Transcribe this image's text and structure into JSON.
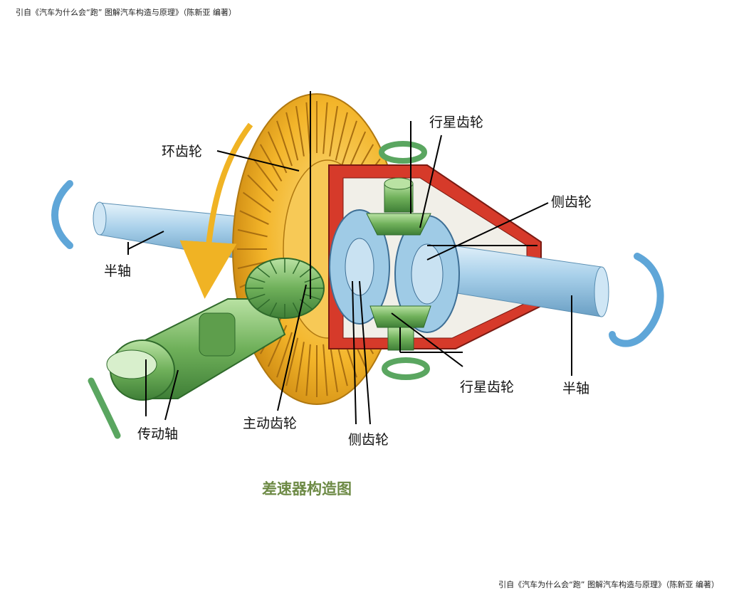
{
  "citation_top": "引自《汽车为什么会“跑” 图解汽车构造与原理》（陈新亚 编著）",
  "citation_bottom": "引自《汽车为什么会“跑” 图解汽车构造与原理》（陈新亚 编著）",
  "labels": {
    "ring_gear": "环齿轮",
    "planetary_gear_top": "行星齿轮",
    "side_gear_right": "侧齿轮",
    "half_shaft_left": "半轴",
    "half_shaft_right": "半轴",
    "planetary_gear_bottom": "行星齿轮",
    "drive_shaft": "传动轴",
    "drive_pinion": "主动齿轮",
    "side_gear_bottom": "侧齿轮"
  },
  "caption": "差速器构造图",
  "colors": {
    "ring_gear": "#f3b52a",
    "shaft_blue": "#9fcbe6",
    "housing_red": "#d63a2a",
    "drive_green": "#6fb05a",
    "arrow_blue": "#5fa6d8",
    "arrow_green": "#5aa660",
    "caption_green": "#6d8a45"
  }
}
